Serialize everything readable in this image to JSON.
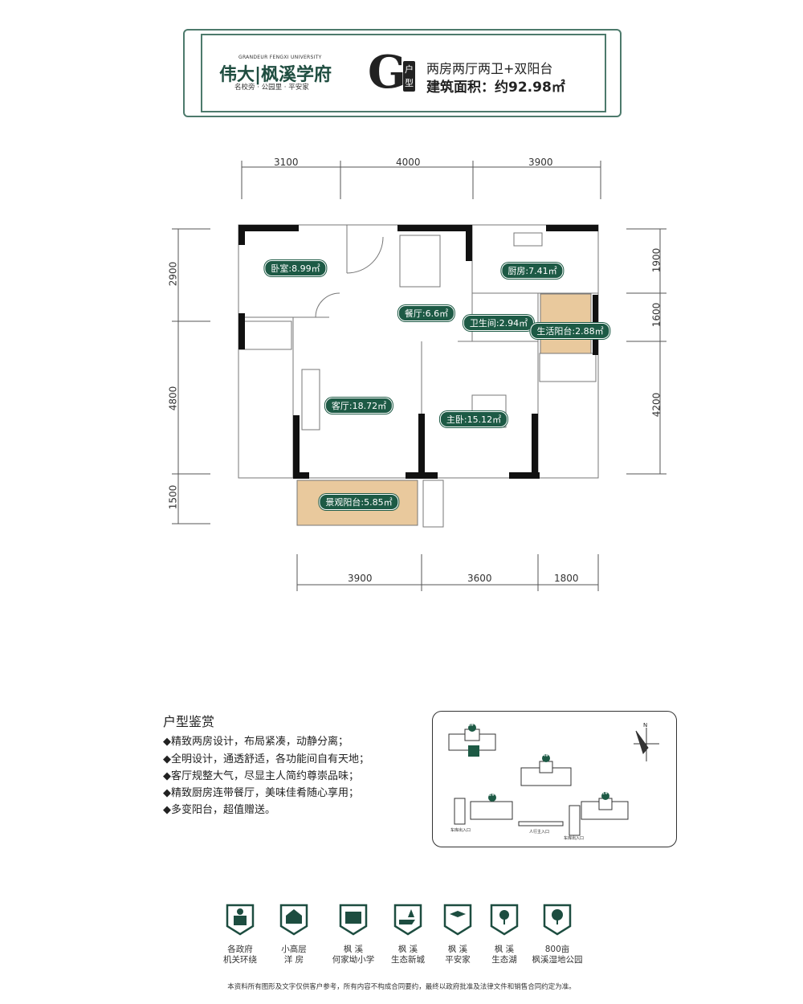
{
  "header": {
    "brand_en": "GRANDEUR FENGXI UNIVERSITY",
    "brand_cn": "伟大|枫溪学府",
    "brand_slogan": "名校旁 · 公园里 · 平安家",
    "unit_letter": "G",
    "unit_tag": "户型",
    "layout": "两房两厅两卫+双阳台",
    "area": "建筑面积：约92.98㎡"
  },
  "dimensions": {
    "top": [
      "3100",
      "4000",
      "3900"
    ],
    "bottom": [
      "3900",
      "3600",
      "1800"
    ],
    "left": [
      "2900",
      "4800",
      "1500"
    ],
    "right": [
      "1900",
      "1600",
      "4200"
    ]
  },
  "rooms": [
    {
      "label": "卧室:8.99㎡"
    },
    {
      "label": "餐厅:6.6㎡"
    },
    {
      "label": "厨房:7.41㎡"
    },
    {
      "label": "卫生间:2.94㎡"
    },
    {
      "label": "生活阳台:2.88㎡"
    },
    {
      "label": "客厅:18.72㎡"
    },
    {
      "label": "主卧:15.12㎡"
    },
    {
      "label": "景观阳台:5.85㎡"
    }
  ],
  "intro": {
    "title": "户型鉴赏",
    "items": [
      "◆精致两房设计，布局紧凑，动静分离；",
      "◆全明设计，通透舒适，各功能间自有天地；",
      "◆客厅规整大气，尽显主人简约尊崇品味；",
      "◆精致厨房连带餐厅，美味佳肴随心享用；",
      "◆多变阳台，超值赠送。"
    ]
  },
  "site_plan": {
    "buildings": [
      "3#",
      "4#",
      "2#",
      "1#"
    ],
    "north": "N",
    "entrances": [
      "车库出入口",
      "人行主入口",
      "车库出入口"
    ]
  },
  "amenities": [
    {
      "label": "各政府\n机关环绕",
      "icon": "official-icon"
    },
    {
      "label": "小高层\n洋 房",
      "icon": "house-icon"
    },
    {
      "label": "枫 溪\n何家坳小学",
      "icon": "book-icon"
    },
    {
      "label": "枫 溪\n生态新城",
      "icon": "landscape-icon"
    },
    {
      "label": "枫 溪\n平安家",
      "icon": "graduation-cap-icon"
    },
    {
      "label": "枫 溪\n生态湖",
      "icon": "lake-tree-icon"
    },
    {
      "label": "800亩\n枫溪湿地公园",
      "icon": "tree-icon"
    }
  ],
  "footnote": "本资料所有图形及文字仅供客户参考，所有内容不构成合同要约，最终以政府批准及法律文件和销售合同约定为准。",
  "colors": {
    "brand_green": "#1d5a45",
    "balcony_tan": "#e9c99d",
    "frame": "#4d7a6c"
  }
}
